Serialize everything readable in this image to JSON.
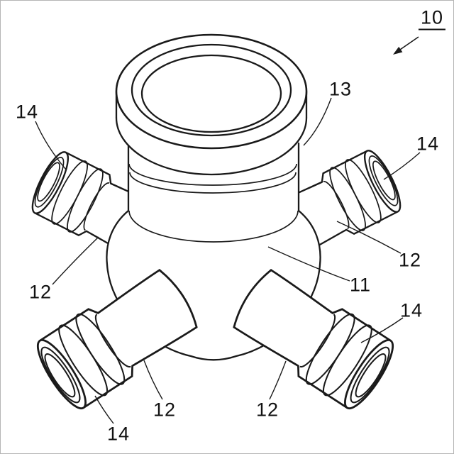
{
  "figure": {
    "kind": "patent-style isometric line drawing of a multi-branch pipe joint",
    "background_color": "#ffffff",
    "line_color": "#1a1a1a",
    "labels": [
      {
        "text": "10",
        "part": "overall-joint-assembly",
        "underlined": true
      },
      {
        "text": "13",
        "part": "top-flange-collar"
      },
      {
        "text": "14",
        "part": "upper-left-end-fitting"
      },
      {
        "text": "14",
        "part": "upper-right-end-fitting"
      },
      {
        "text": "12",
        "part": "upper-right-branch-pipe"
      },
      {
        "text": "11",
        "part": "central-body"
      },
      {
        "text": "12",
        "part": "upper-left-branch-pipe"
      },
      {
        "text": "14",
        "part": "lower-right-end-fitting"
      },
      {
        "text": "12",
        "part": "lower-left-branch-pipe"
      },
      {
        "text": "12",
        "part": "lower-right-branch-pipe"
      },
      {
        "text": "14",
        "part": "lower-left-end-fitting"
      }
    ]
  }
}
